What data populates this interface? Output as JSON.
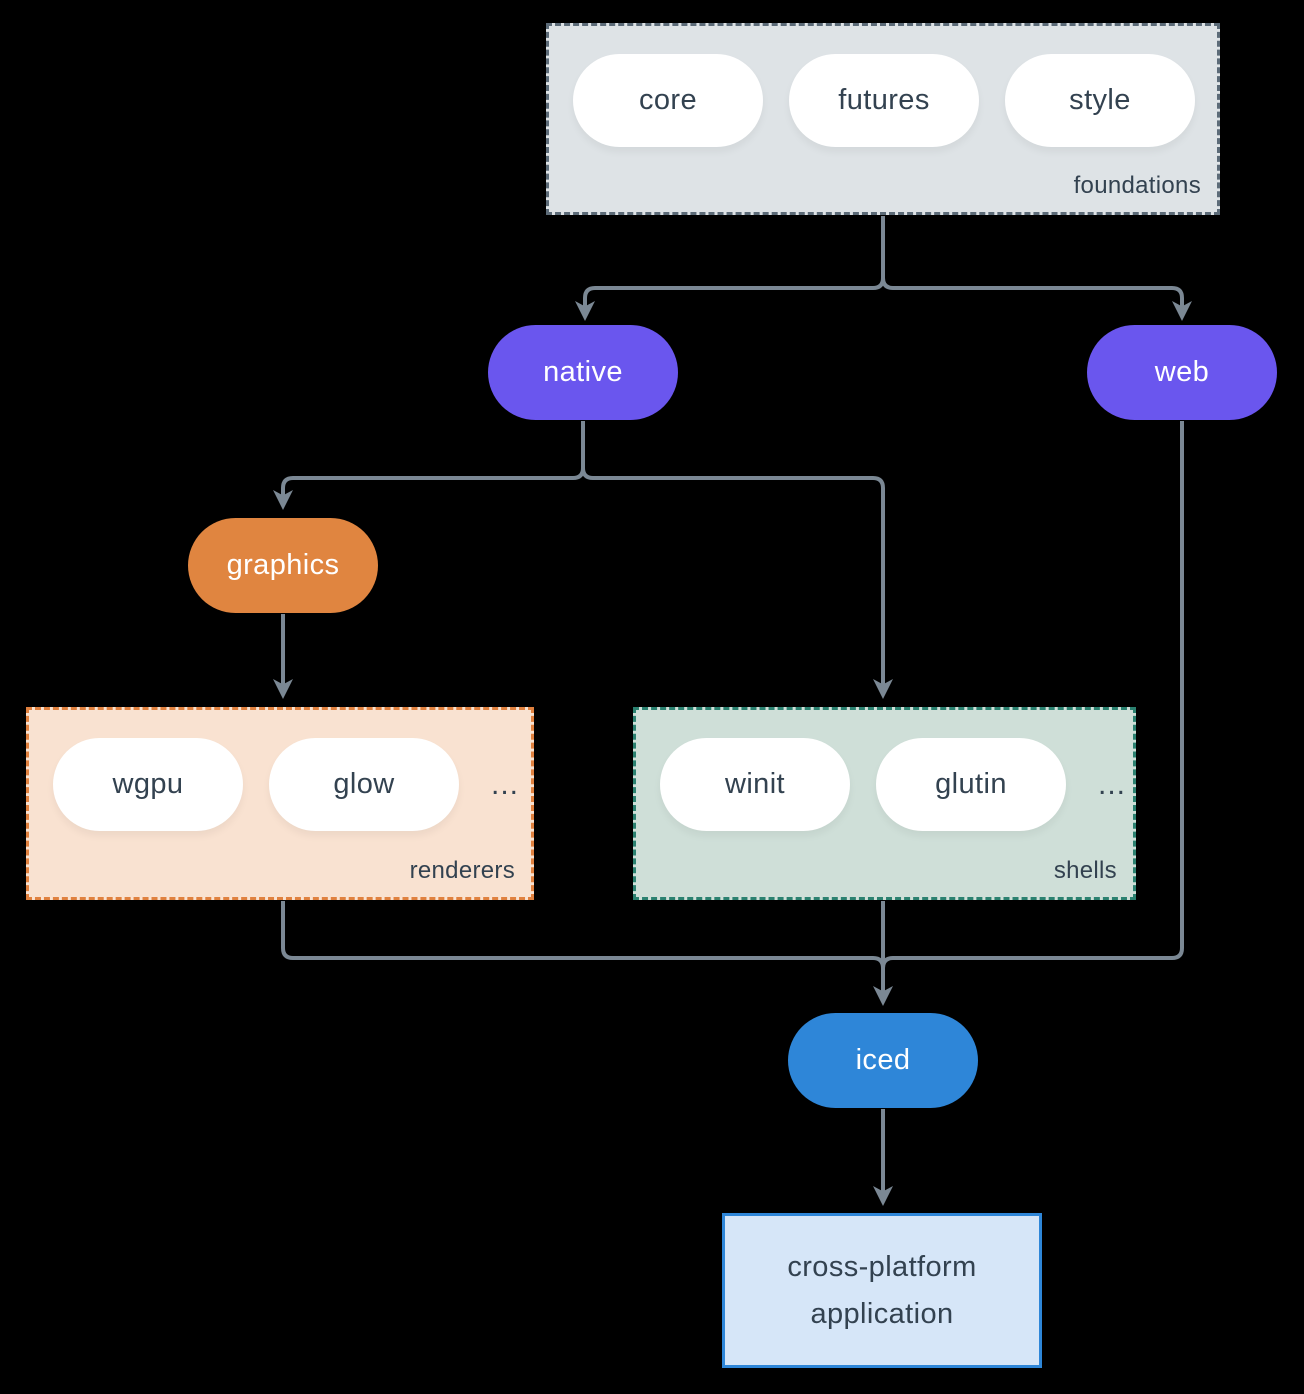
{
  "groups": {
    "foundations": {
      "label": "foundations",
      "pills": [
        "core",
        "futures",
        "style"
      ]
    },
    "renderers": {
      "label": "renderers",
      "pills": [
        "wgpu",
        "glow"
      ],
      "ellipsis": "..."
    },
    "shells": {
      "label": "shells",
      "pills": [
        "winit",
        "glutin"
      ],
      "ellipsis": "..."
    }
  },
  "nodes": {
    "native": {
      "label": "native"
    },
    "web": {
      "label": "web"
    },
    "graphics": {
      "label": "graphics"
    },
    "iced": {
      "label": "iced"
    },
    "application": {
      "label": "cross-platform application"
    }
  },
  "colors": {
    "arrow": "#7b8894",
    "purple": "#6a56ee",
    "orange": "#e08540",
    "blue": "#2e86d8",
    "foundations_fill": "#dee3e6",
    "foundations_border": "#5c6b78",
    "renderers_fill": "#f9e2d1",
    "renderers_border": "#e0813f",
    "shells_fill": "#cfdfd8",
    "shells_border": "#2b8170",
    "app_fill": "#d6e6f8",
    "app_border": "#2e86d8",
    "text_dark": "#334250"
  }
}
